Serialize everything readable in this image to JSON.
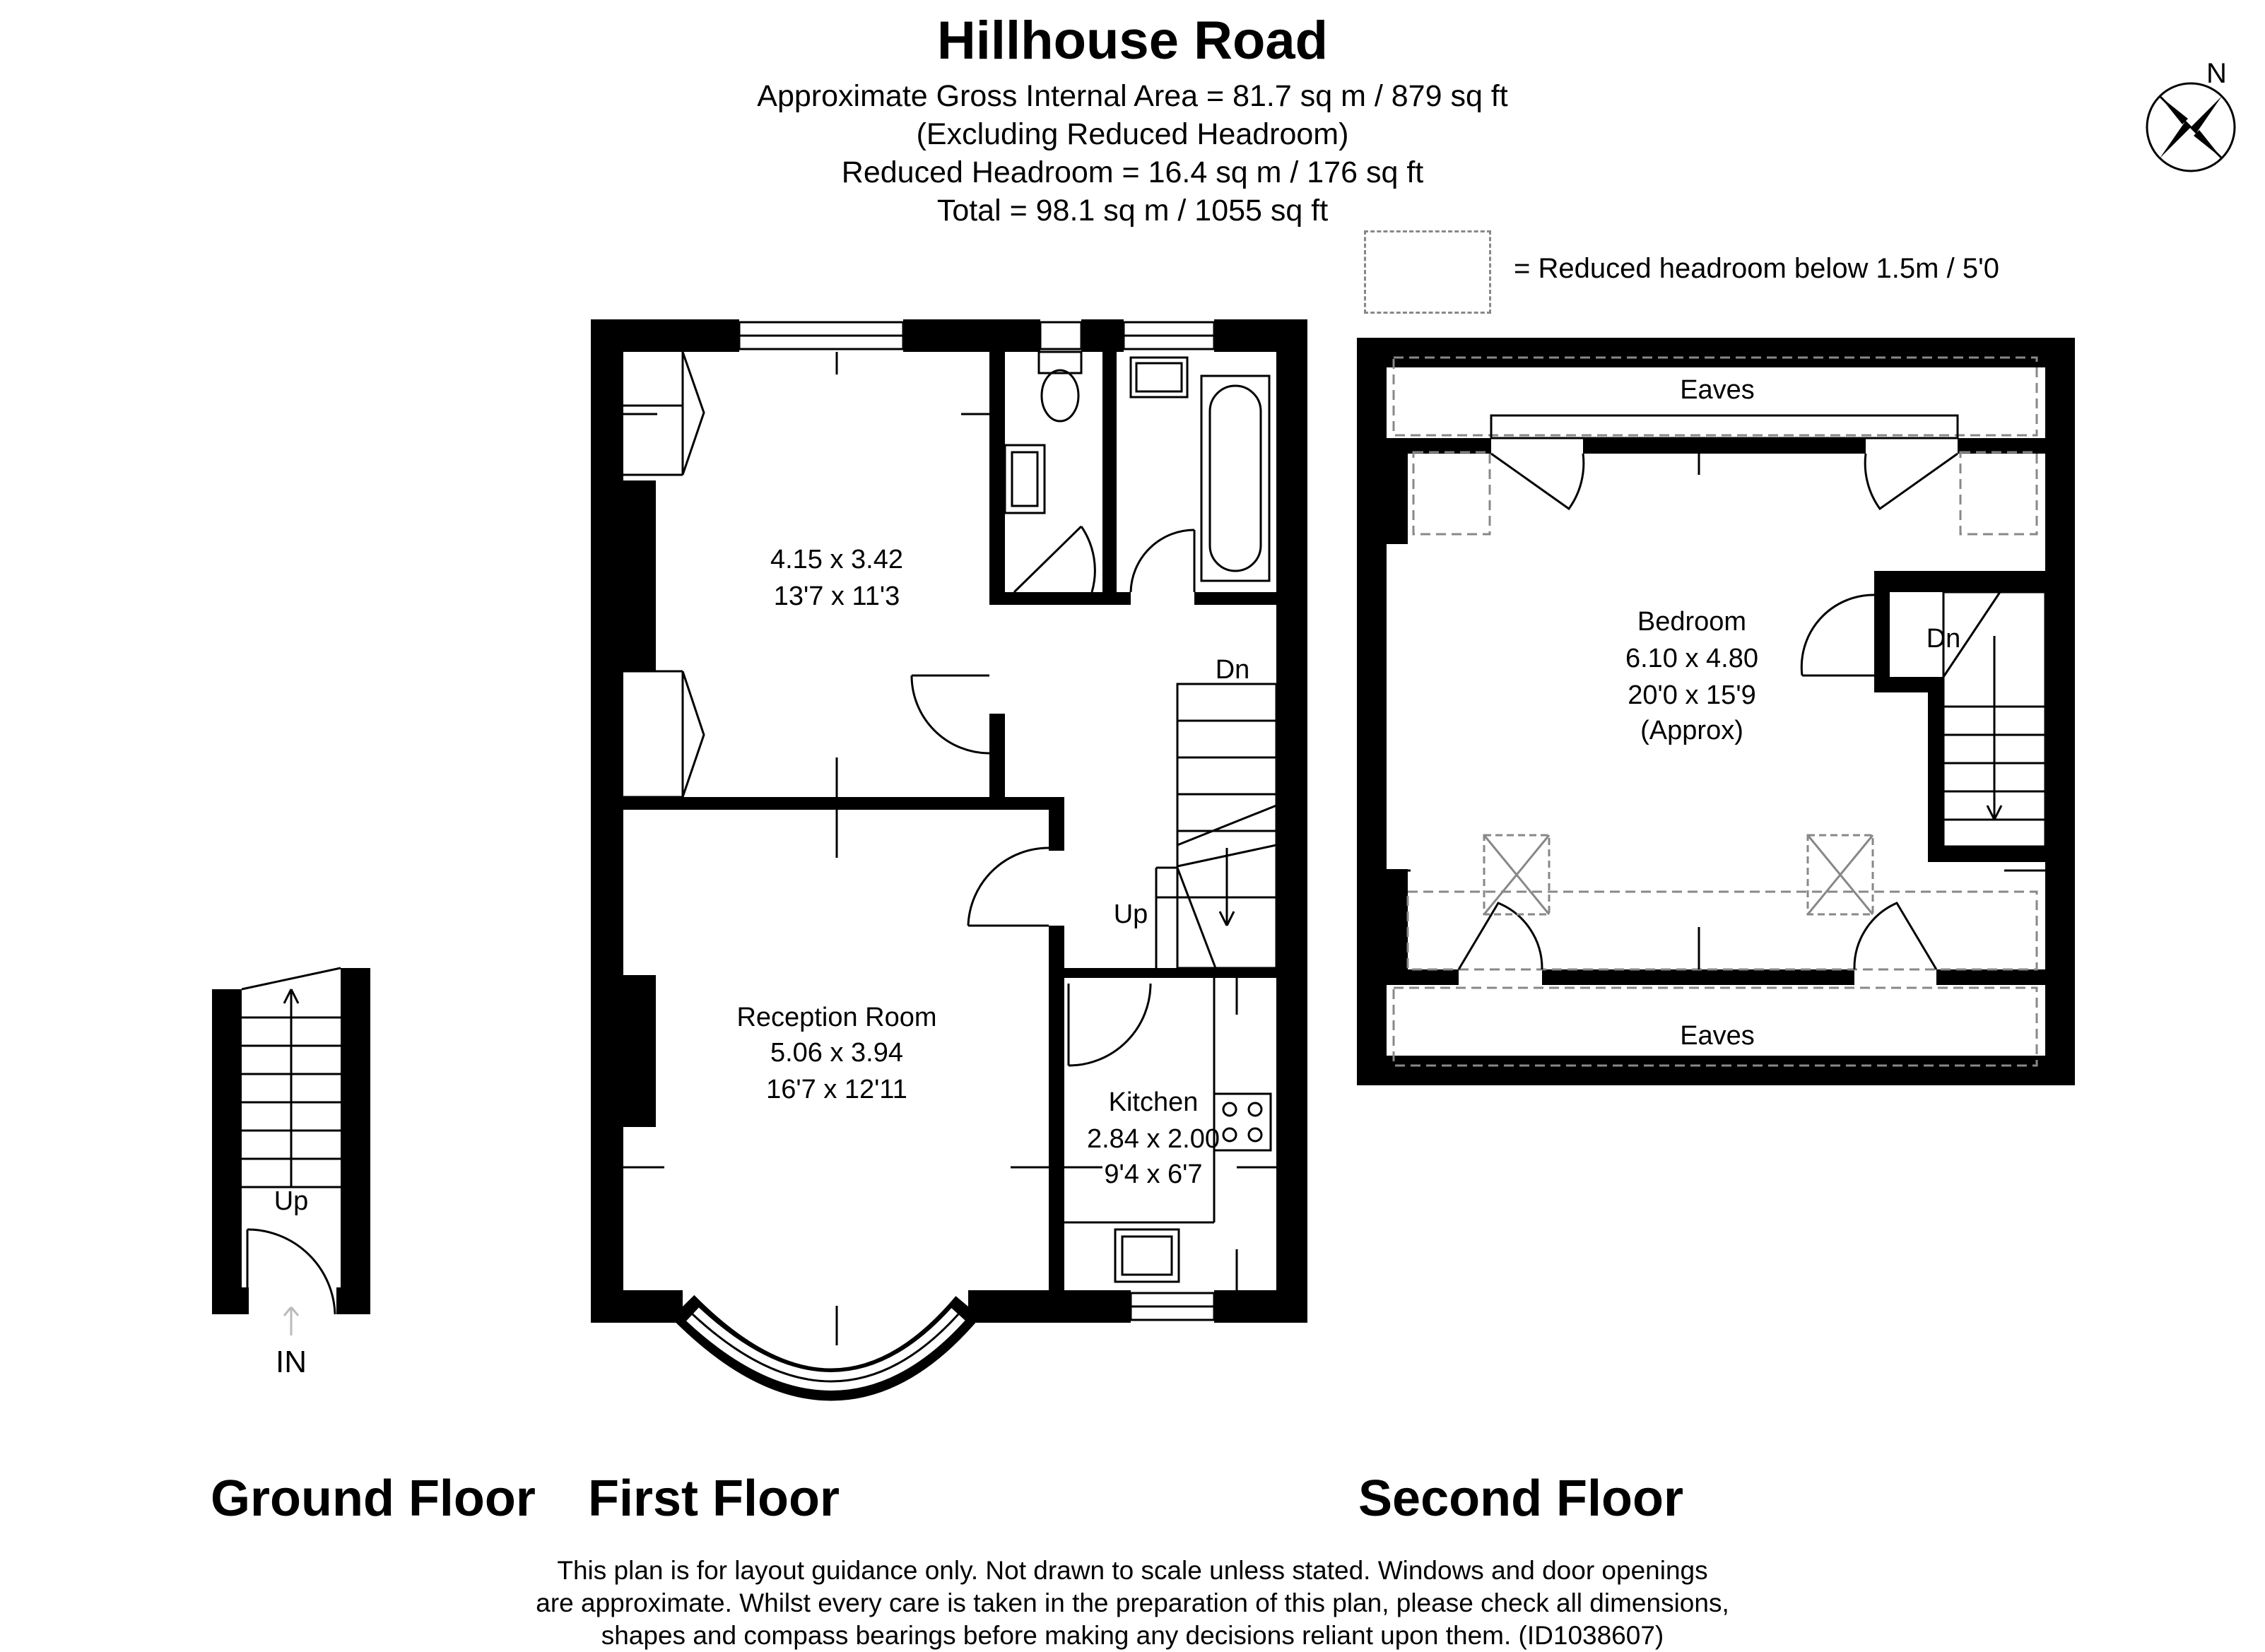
{
  "header": {
    "title": "Hillhouse Road",
    "gia": "Approximate Gross Internal Area = 81.7 sq m / 879 sq ft",
    "excluding": "(Excluding Reduced Headroom)",
    "reduced": "Reduced Headroom = 16.4 sq m / 176 sq ft",
    "total": "Total = 98.1 sq m / 1055 sq ft"
  },
  "legend": {
    "text": "= Reduced headroom below 1.5m / 5'0"
  },
  "compass": {
    "label": "N"
  },
  "ground_floor": {
    "label": "Ground Floor",
    "stair_label": "Up",
    "entrance": "IN"
  },
  "first_floor": {
    "label": "First Floor",
    "bedroom": {
      "metric": "4.15 x 3.42",
      "imperial": "13'7 x 11'3"
    },
    "reception": {
      "name": "Reception Room",
      "metric": "5.06 x 3.94",
      "imperial": "16'7 x 12'11"
    },
    "kitchen": {
      "name": "Kitchen",
      "metric": "2.84 x 2.00",
      "imperial": "9'4 x 6'7"
    },
    "stair_down": "Dn",
    "stair_up": "Up"
  },
  "second_floor": {
    "label": "Second Floor",
    "eaves_top": "Eaves",
    "eaves_bottom": "Eaves",
    "bedroom": {
      "name": "Bedroom",
      "metric": "6.10 x 4.80",
      "imperial": "20'0 x 15'9",
      "note": "(Approx)"
    },
    "stair_down": "Dn"
  },
  "disclaimer": {
    "line1": "This plan is for layout guidance only. Not drawn to scale unless stated. Windows and door openings",
    "line2": "are approximate. Whilst every care is taken in the preparation of this plan, please check all dimensions,",
    "line3": "shapes and compass bearings before making any decisions reliant upon them. (ID1038607)"
  }
}
